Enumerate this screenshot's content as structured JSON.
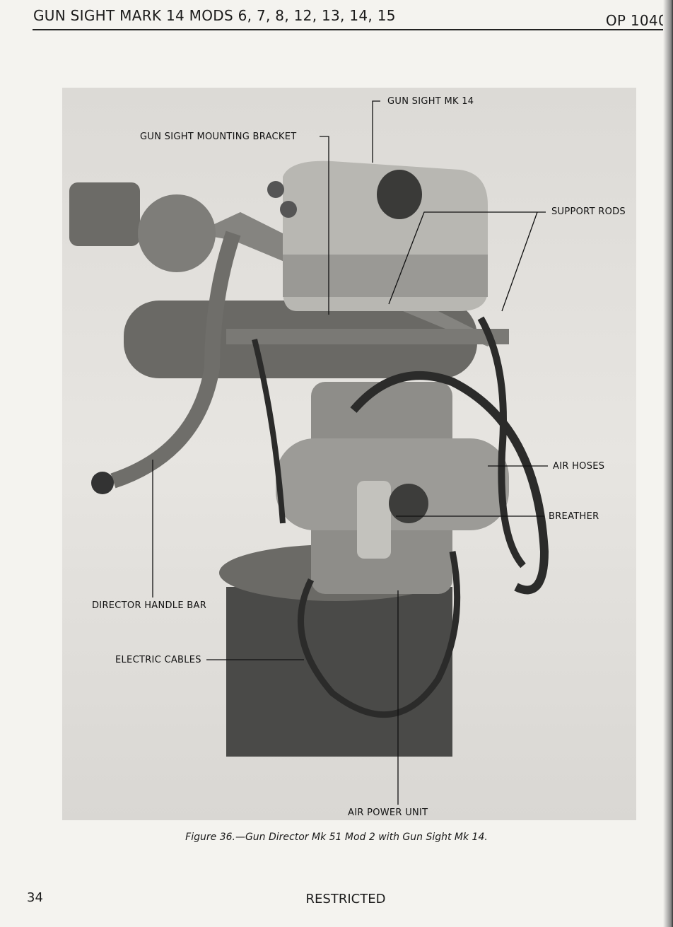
{
  "header": {
    "title": "GUN SIGHT MARK 14 MODS 6, 7, 8, 12, 13, 14, 15",
    "doc_id": "OP 1040"
  },
  "figure": {
    "labels": {
      "gun_sight": "GUN SIGHT MK 14",
      "mounting_bracket": "GUN SIGHT MOUNTING BRACKET",
      "support_rods": "SUPPORT RODS",
      "air_hoses": "AIR HOSES",
      "breather": "BREATHER",
      "handle_bar": "DIRECTOR HANDLE BAR",
      "electric_cables": "ELECTRIC CABLES",
      "air_power_unit": "AIR POWER UNIT"
    },
    "caption": "Figure 36.—Gun Director Mk 51 Mod 2 with Gun Sight Mk 14."
  },
  "footer": {
    "page_number": "34",
    "classification": "RESTRICTED"
  }
}
